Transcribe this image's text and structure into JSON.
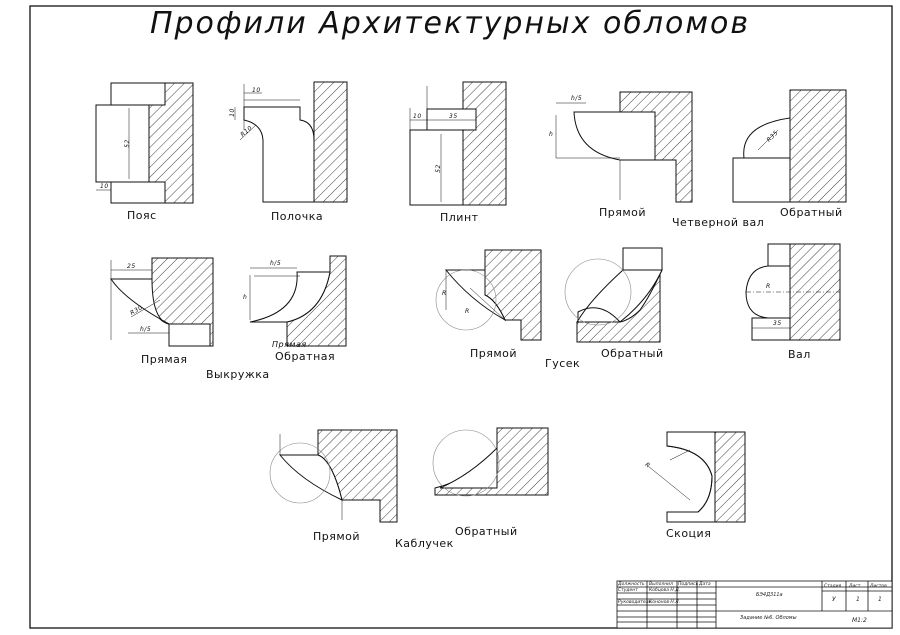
{
  "title": "Профили Архитектурных обломов",
  "labels": {
    "poyas": "Пояс",
    "polochka": "Полочка",
    "plint": "Плинт",
    "chetv_pryamoy": "Прямой",
    "chetv_obratny": "Обратный",
    "chetverny_val": "Четверной вал",
    "vykr_pryamaya": "Прямая",
    "vykr_obratnaya": "Обратная",
    "vykr_pryamaya_small": "Прямая",
    "vykruzhka": "Выкружка",
    "gusek_pryamoy": "Прямой",
    "gusek_obratny": "Обратный",
    "gusek": "Гусек",
    "val": "Вал",
    "kabl_pryamoy": "Прямой",
    "kabl_obratny": "Обратный",
    "kablyuchek": "Каблучек",
    "skotsiya": "Скоция"
  },
  "dims": {
    "d10": "10",
    "d52": "52",
    "d35": "35",
    "d25": "25",
    "hs": "h/5",
    "h": "h",
    "r10": "R10",
    "r30": "R30",
    "r35": "R35",
    "r": "R"
  },
  "title_block": {
    "h_role": "Должность",
    "h_done": "Выполнил",
    "h_sign": "Подпись",
    "h_date": "Дата",
    "student_role": "Студент",
    "student_name": "Кобцова Н.Д.",
    "lead_role": "Руководитель",
    "lead_name": "Кононов Н.Л.",
    "code": "БЭ4Д311а",
    "task": "Задание №6. Обломы",
    "h_stage": "Стадия",
    "h_sheet": "Лист",
    "h_sheets": "Листов",
    "stage": "У",
    "sheet": "1",
    "sheets": "1",
    "sheet_code": "М1:2"
  }
}
